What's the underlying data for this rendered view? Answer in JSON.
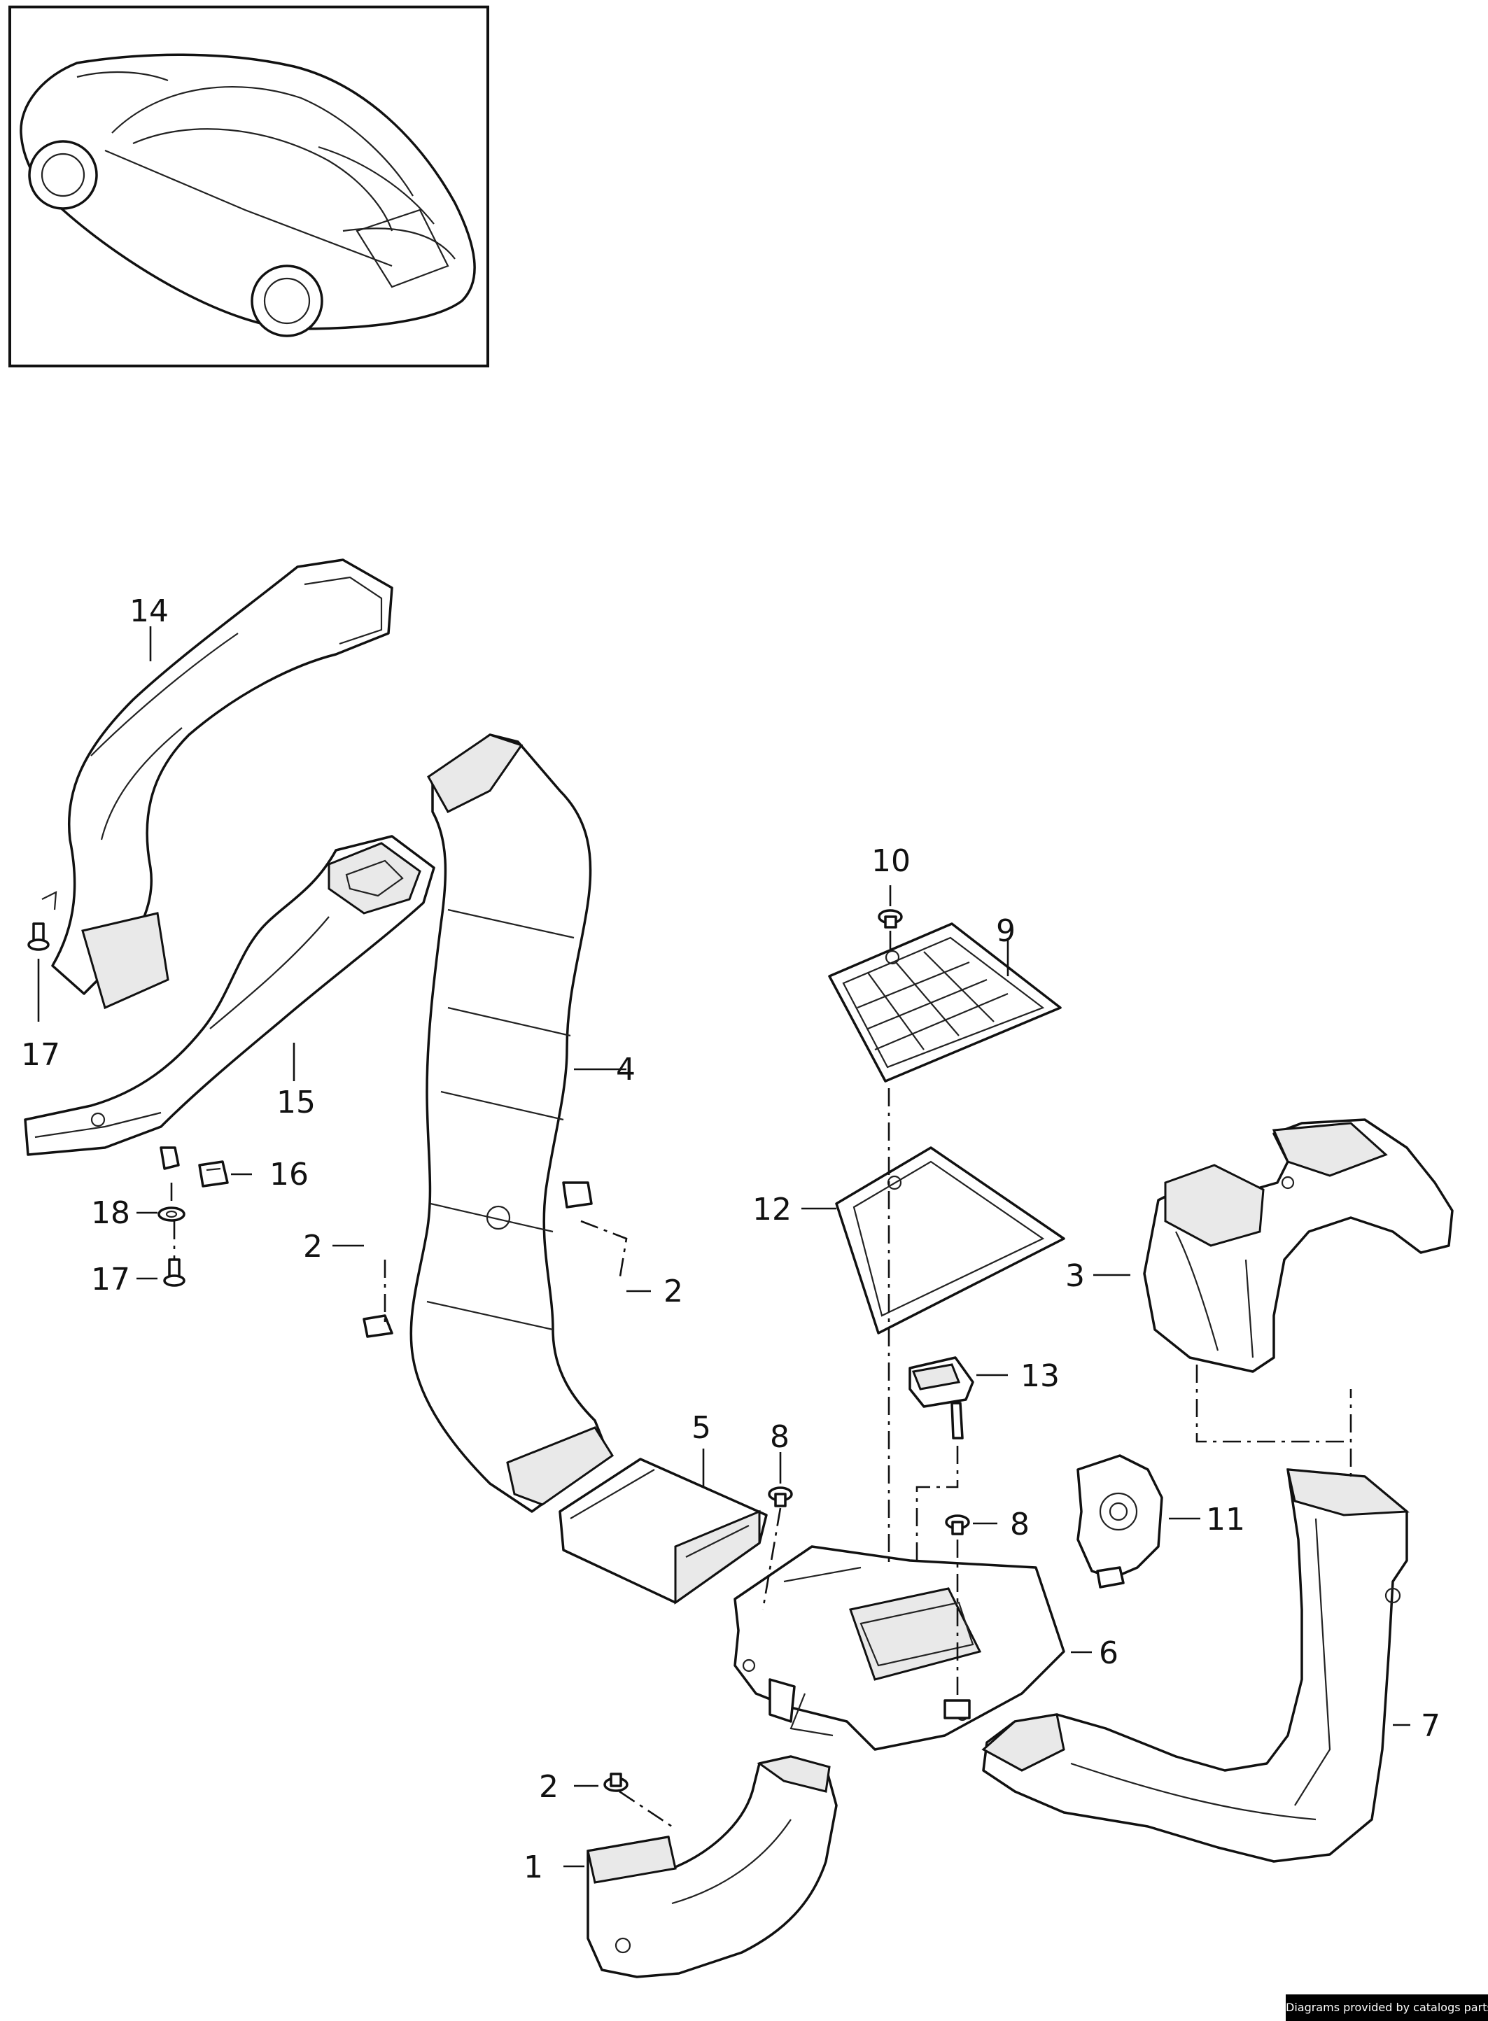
{
  "callouts": {
    "c1": "1",
    "c2a": "2",
    "c2b": "2",
    "c2c": "2",
    "c3": "3",
    "c4": "4",
    "c5": "5",
    "c6": "6",
    "c7": "7",
    "c8a": "8",
    "c8b": "8",
    "c9": "9",
    "c10": "10",
    "c11": "11",
    "c12": "12",
    "c13": "13",
    "c14": "14",
    "c15": "15",
    "c16": "16",
    "c17a": "17",
    "c17b": "17",
    "c18": "18"
  },
  "credit": "Diagrams provided by catalogs parts"
}
